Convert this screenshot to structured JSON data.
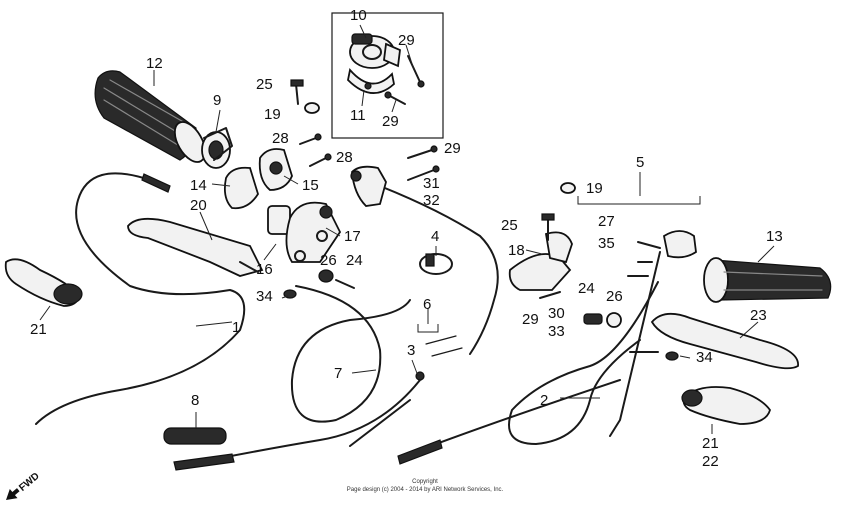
{
  "labels": {
    "l1": "1",
    "l2": "2",
    "l3": "3",
    "l4": "4",
    "l5": "5",
    "l6": "6",
    "l7": "7",
    "l8": "8",
    "l9": "9",
    "l10": "10",
    "l11": "11",
    "l12": "12",
    "l13": "13",
    "l14": "14",
    "l15": "15",
    "l16": "16",
    "l17": "17",
    "l18": "18",
    "l19a": "19",
    "l19b": "19",
    "l20": "20",
    "l21a": "21",
    "l21b": "21",
    "l22": "22",
    "l23": "23",
    "l24a": "24",
    "l24b": "24",
    "l25a": "25",
    "l25b": "25",
    "l26a": "26",
    "l26b": "26",
    "l27": "27",
    "l28a": "28",
    "l28b": "28",
    "l29a": "29",
    "l29b": "29",
    "l29c": "29",
    "l29d": "29",
    "l30": "30",
    "l31": "31",
    "l32": "32",
    "l33": "33",
    "l34a": "34",
    "l34b": "34",
    "l35": "35"
  },
  "fwd": "FWD",
  "copyright": {
    "line1": "Copyright",
    "line2": "Page design (c) 2004 - 2014 by ARI Network Services, Inc."
  }
}
